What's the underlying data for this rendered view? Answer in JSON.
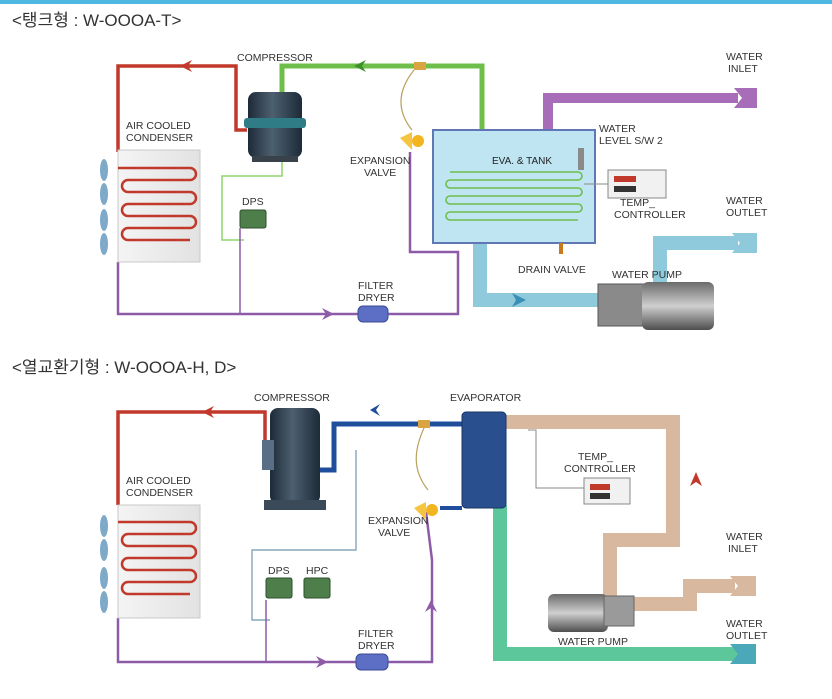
{
  "colors": {
    "hot_gas": "#c0392b",
    "suction_green": "#6dbf4a",
    "suction_blue": "#1f4e9c",
    "liquid_purple": "#8e5ba8",
    "water_inlet_purple": "#a86db8",
    "water_cyan": "#8fc9dc",
    "water_tan": "#d8b9a0",
    "chilled_green": "#5cc79a",
    "tank_fill": "#bfe4f2",
    "evaporator": "#2a4f8f"
  },
  "diagram1": {
    "title": "<탱크형 : W-OOOA-T>",
    "compressor": "COMPRESSOR",
    "condenser": [
      "AIR COOLED",
      "CONDENSER"
    ],
    "dps": "DPS",
    "expansion": [
      "EXPANSION",
      "VALVE"
    ],
    "filter": [
      "FILTER",
      "DRYER"
    ],
    "tank": "EVA. & TANK",
    "water_level": [
      "WATER",
      "LEVEL S/W 2"
    ],
    "temp": [
      "TEMP_",
      "CONTROLLER"
    ],
    "drain": "DRAIN VALVE",
    "pump": "WATER PUMP",
    "inlet": [
      "WATER",
      "INLET"
    ],
    "outlet": [
      "WATER",
      "OUTLET"
    ]
  },
  "diagram2": {
    "title": "<열교환기형 : W-OOOA-H, D>",
    "compressor": "COMPRESSOR",
    "evaporator": "EVAPORATOR",
    "condenser": [
      "AIR COOLED",
      "CONDENSER"
    ],
    "dps": "DPS",
    "hpc": "HPC",
    "expansion": [
      "EXPANSION",
      "VALVE"
    ],
    "filter": [
      "FILTER",
      "DRYER"
    ],
    "temp": [
      "TEMP_",
      "CONTROLLER"
    ],
    "pump": "WATER PUMP",
    "inlet": [
      "WATER",
      "INLET"
    ],
    "outlet": [
      "WATER",
      "OUTLET"
    ]
  }
}
